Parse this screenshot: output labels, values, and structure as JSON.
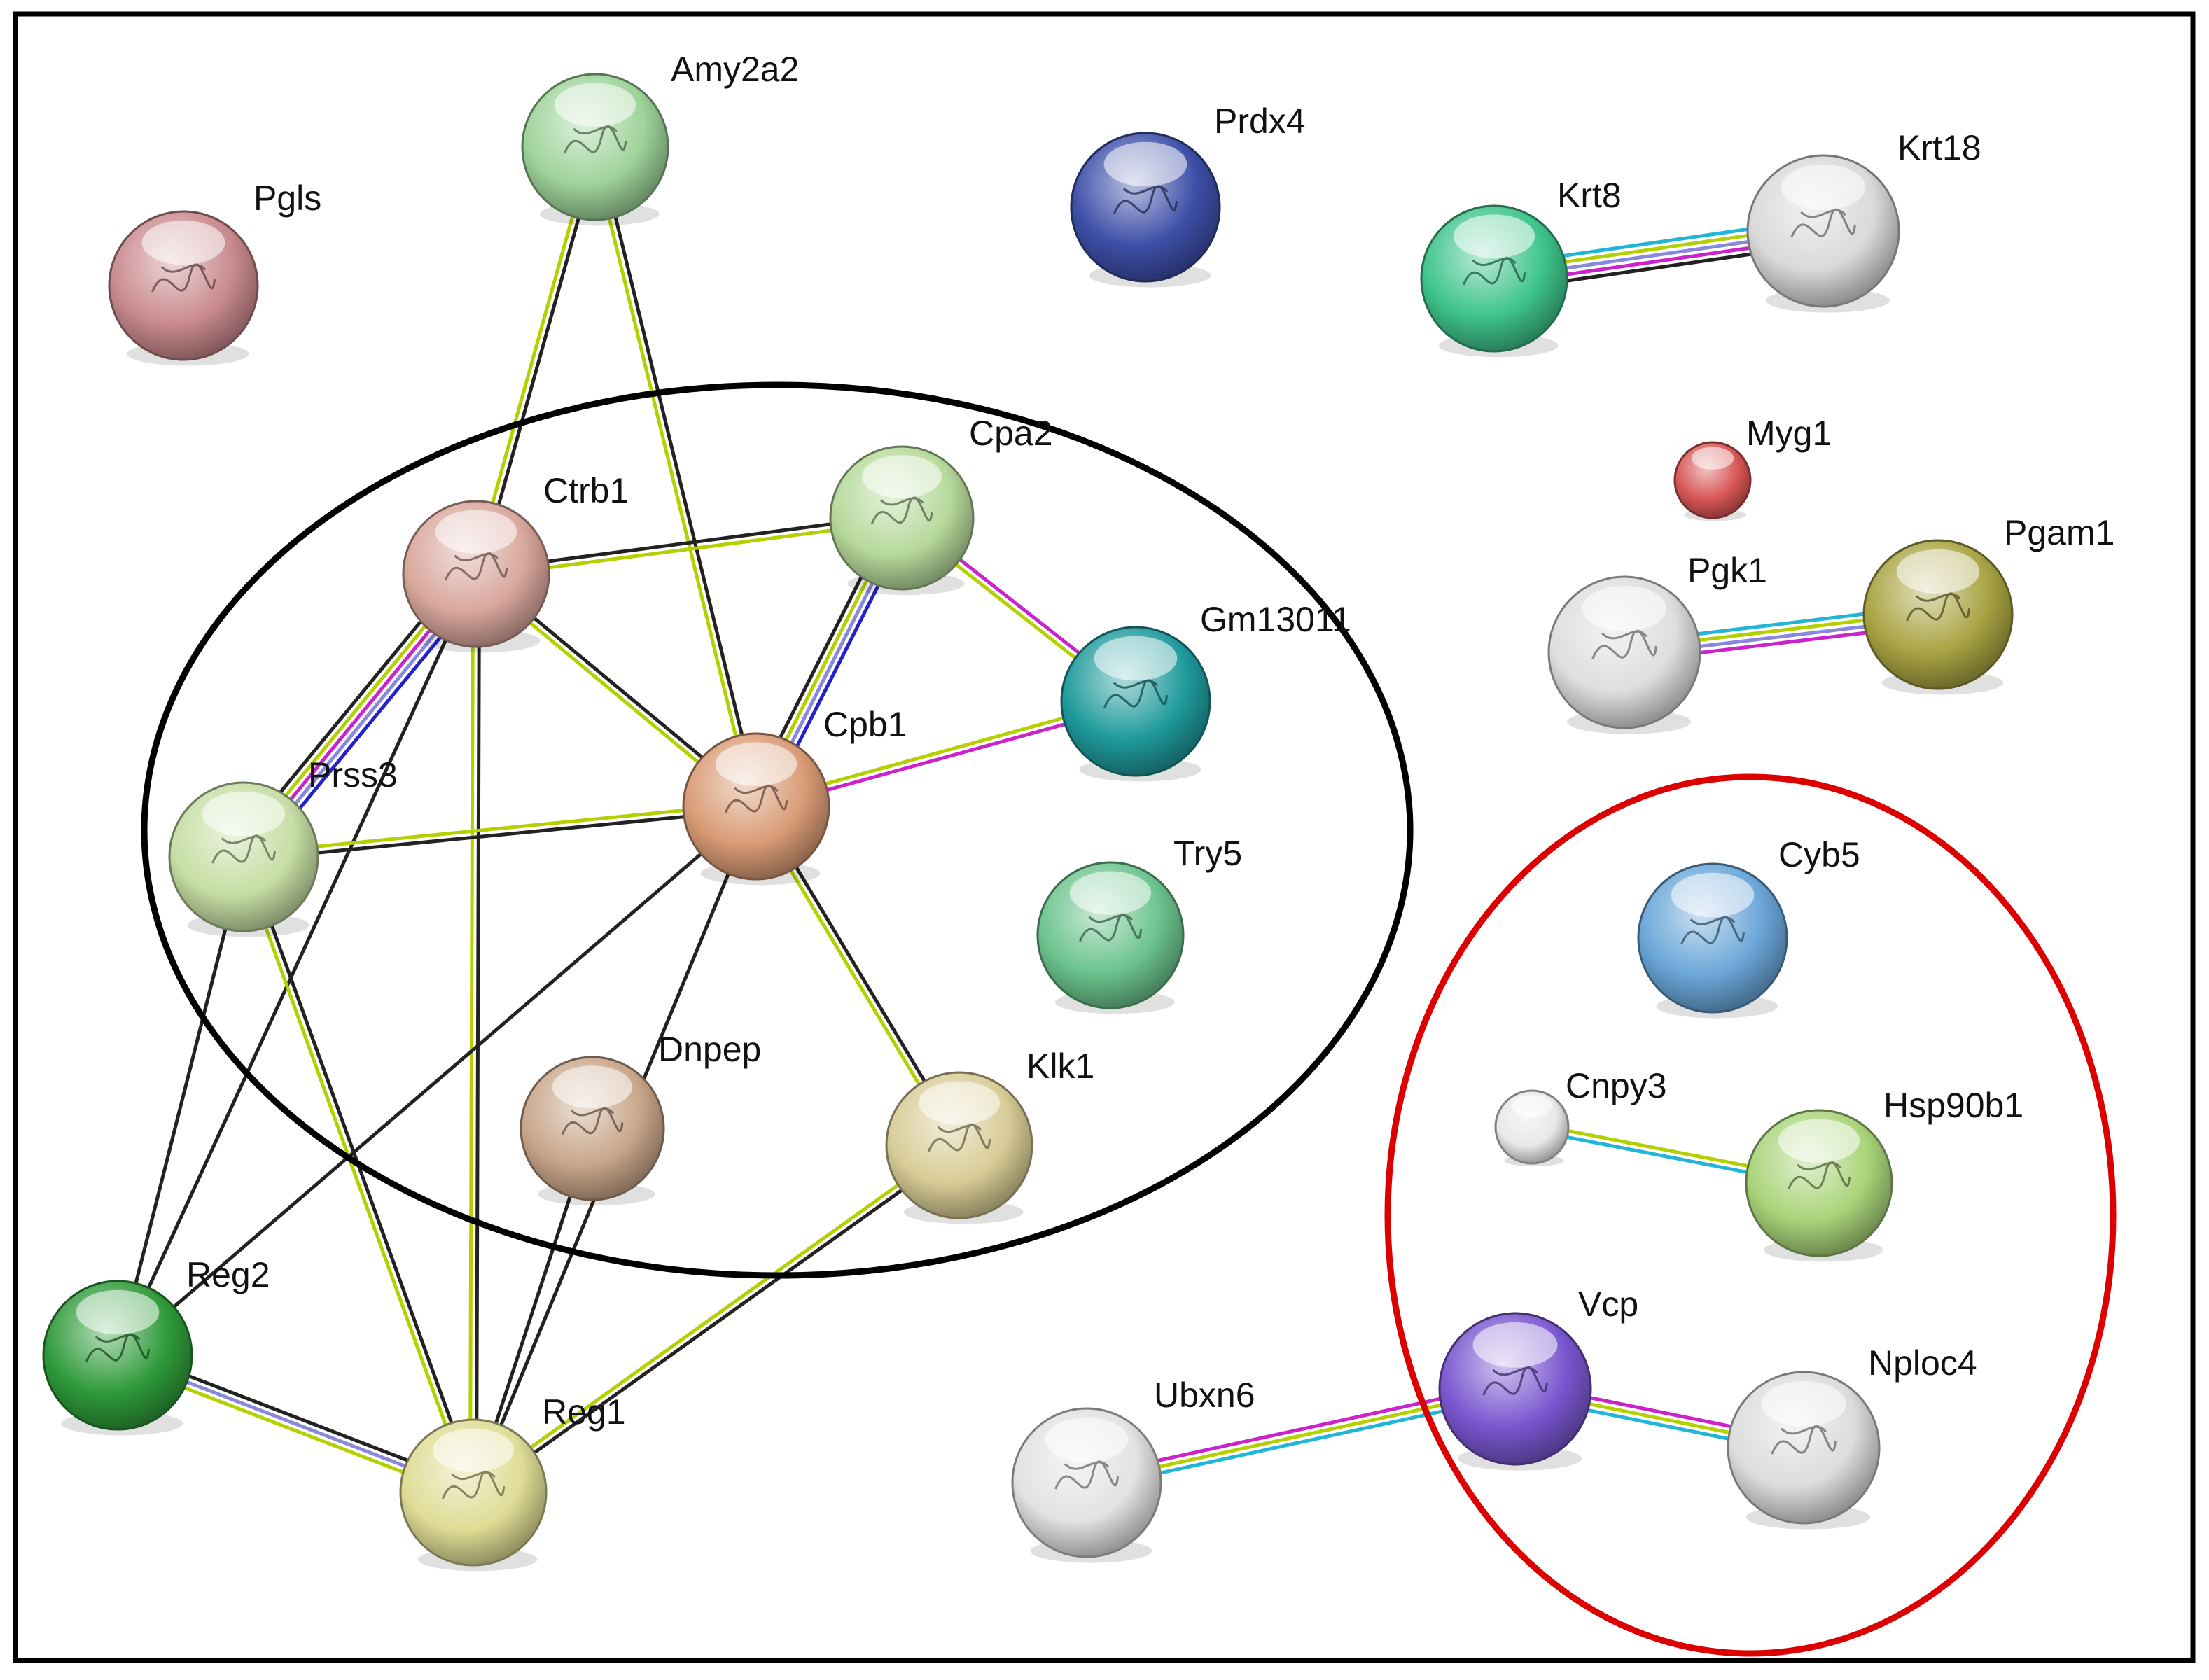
{
  "network": {
    "nodes": [
      {
        "id": "amy2a2",
        "label": "Amy2a2",
        "color": "#9ed39a",
        "icon": "protein-structure"
      },
      {
        "id": "pgls",
        "label": "Pgls",
        "color": "#c98a8e",
        "icon": "protein-structure"
      },
      {
        "id": "prdx4",
        "label": "Prdx4",
        "color": "#3e4fa8",
        "icon": "protein-structure"
      },
      {
        "id": "krt8",
        "label": "Krt8",
        "color": "#3fc48c",
        "icon": "protein-structure"
      },
      {
        "id": "krt18",
        "label": "Krt18",
        "color": "#d9d9d9",
        "icon": "protein-structure"
      },
      {
        "id": "myg1",
        "label": "Myg1",
        "color": "#d85555",
        "icon": "protein-structure"
      },
      {
        "id": "pgk1",
        "label": "Pgk1",
        "color": "#dedede",
        "icon": "protein-structure"
      },
      {
        "id": "pgam1",
        "label": "Pgam1",
        "color": "#a9a443",
        "icon": "protein-structure"
      },
      {
        "id": "ctrb1",
        "label": "Ctrb1",
        "color": "#d9a79d",
        "icon": "protein-structure"
      },
      {
        "id": "cpa2",
        "label": "Cpa2",
        "color": "#b6d99b",
        "icon": "protein-structure"
      },
      {
        "id": "gm13011",
        "label": "Gm13011",
        "color": "#1f9a9c",
        "icon": "protein-structure"
      },
      {
        "id": "cpb1",
        "label": "Cpb1",
        "color": "#d99b76",
        "icon": "protein-structure"
      },
      {
        "id": "prss3",
        "label": "Prss3",
        "color": "#c6dea4",
        "icon": "protein-structure"
      },
      {
        "id": "try5",
        "label": "Try5",
        "color": "#6cc48e",
        "icon": "protein-structure"
      },
      {
        "id": "dnpep",
        "label": "Dnpep",
        "color": "#c9a68a",
        "icon": "protein-structure"
      },
      {
        "id": "klk1",
        "label": "Klk1",
        "color": "#d8cc96",
        "icon": "protein-structure"
      },
      {
        "id": "reg2",
        "label": "Reg2",
        "color": "#2f9a3a",
        "icon": "protein-structure"
      },
      {
        "id": "reg1",
        "label": "Reg1",
        "color": "#dfdc95",
        "icon": "protein-structure"
      },
      {
        "id": "cyb5",
        "label": "Cyb5",
        "color": "#6aa6d8",
        "icon": "protein-structure"
      },
      {
        "id": "cnpy3",
        "label": "Cnpy3",
        "color": "#e8e8e8",
        "icon": "protein-structure"
      },
      {
        "id": "hsp90b1",
        "label": "Hsp90b1",
        "color": "#a9d47a",
        "icon": "protein-structure"
      },
      {
        "id": "vcp",
        "label": "Vcp",
        "color": "#7a56cf",
        "icon": "protein-structure"
      },
      {
        "id": "nploc4",
        "label": "Nploc4",
        "color": "#dcdcdc",
        "icon": "protein-structure"
      },
      {
        "id": "ubxn6",
        "label": "Ubxn6",
        "color": "#e2e2e2",
        "icon": "protein-structure"
      }
    ],
    "edges": [
      {
        "source": "amy2a2",
        "target": "ctrb1",
        "colors": [
          "#222222",
          "#b5d000"
        ]
      },
      {
        "source": "amy2a2",
        "target": "cpb1",
        "colors": [
          "#222222",
          "#b5d000"
        ]
      },
      {
        "source": "ctrb1",
        "target": "cpa2",
        "colors": [
          "#222222",
          "#b5d000"
        ]
      },
      {
        "source": "ctrb1",
        "target": "cpb1",
        "colors": [
          "#222222",
          "#b5d000"
        ]
      },
      {
        "source": "ctrb1",
        "target": "prss3",
        "colors": [
          "#2222cc",
          "#8888dd",
          "#cc22cc",
          "#b5d000",
          "#222222"
        ]
      },
      {
        "source": "ctrb1",
        "target": "reg2",
        "colors": [
          "#222222"
        ]
      },
      {
        "source": "ctrb1",
        "target": "reg1",
        "colors": [
          "#222222",
          "#b5d000"
        ]
      },
      {
        "source": "cpa2",
        "target": "gm13011",
        "colors": [
          "#cc22cc",
          "#b5d000"
        ]
      },
      {
        "source": "cpa2",
        "target": "cpb1",
        "colors": [
          "#2222cc",
          "#8888dd",
          "#b5d000",
          "#222222"
        ]
      },
      {
        "source": "gm13011",
        "target": "cpb1",
        "colors": [
          "#cc22cc",
          "#b5d000"
        ]
      },
      {
        "source": "cpb1",
        "target": "prss3",
        "colors": [
          "#222222",
          "#b5d000"
        ]
      },
      {
        "source": "cpb1",
        "target": "klk1",
        "colors": [
          "#222222",
          "#b5d000"
        ]
      },
      {
        "source": "cpb1",
        "target": "reg2",
        "colors": [
          "#222222"
        ]
      },
      {
        "source": "cpb1",
        "target": "reg1",
        "colors": [
          "#222222"
        ]
      },
      {
        "source": "prss3",
        "target": "reg2",
        "colors": [
          "#222222"
        ]
      },
      {
        "source": "prss3",
        "target": "reg1",
        "colors": [
          "#222222",
          "#b5d000"
        ]
      },
      {
        "source": "reg2",
        "target": "reg1",
        "colors": [
          "#222222",
          "#8888dd",
          "#b5d000"
        ]
      },
      {
        "source": "dnpep",
        "target": "reg1",
        "colors": [
          "#222222"
        ]
      },
      {
        "source": "klk1",
        "target": "reg1",
        "colors": [
          "#222222",
          "#b5d000"
        ]
      },
      {
        "source": "krt8",
        "target": "krt18",
        "colors": [
          "#22b5d8",
          "#b5d000",
          "#8888dd",
          "#cc22cc",
          "#222222"
        ]
      },
      {
        "source": "pgk1",
        "target": "pgam1",
        "colors": [
          "#22b5d8",
          "#b5d000",
          "#8888dd",
          "#cc22cc"
        ]
      },
      {
        "source": "cnpy3",
        "target": "hsp90b1",
        "colors": [
          "#b5d000",
          "#22b5d8"
        ]
      },
      {
        "source": "ubxn6",
        "target": "vcp",
        "colors": [
          "#cc22cc",
          "#b5d000",
          "#22b5d8"
        ]
      },
      {
        "source": "vcp",
        "target": "nploc4",
        "colors": [
          "#cc22cc",
          "#b5d000",
          "#22b5d8"
        ]
      }
    ],
    "clusters": [
      {
        "id": "black-cluster",
        "color": "#000000"
      },
      {
        "id": "red-cluster",
        "color": "#dd0000"
      }
    ]
  }
}
